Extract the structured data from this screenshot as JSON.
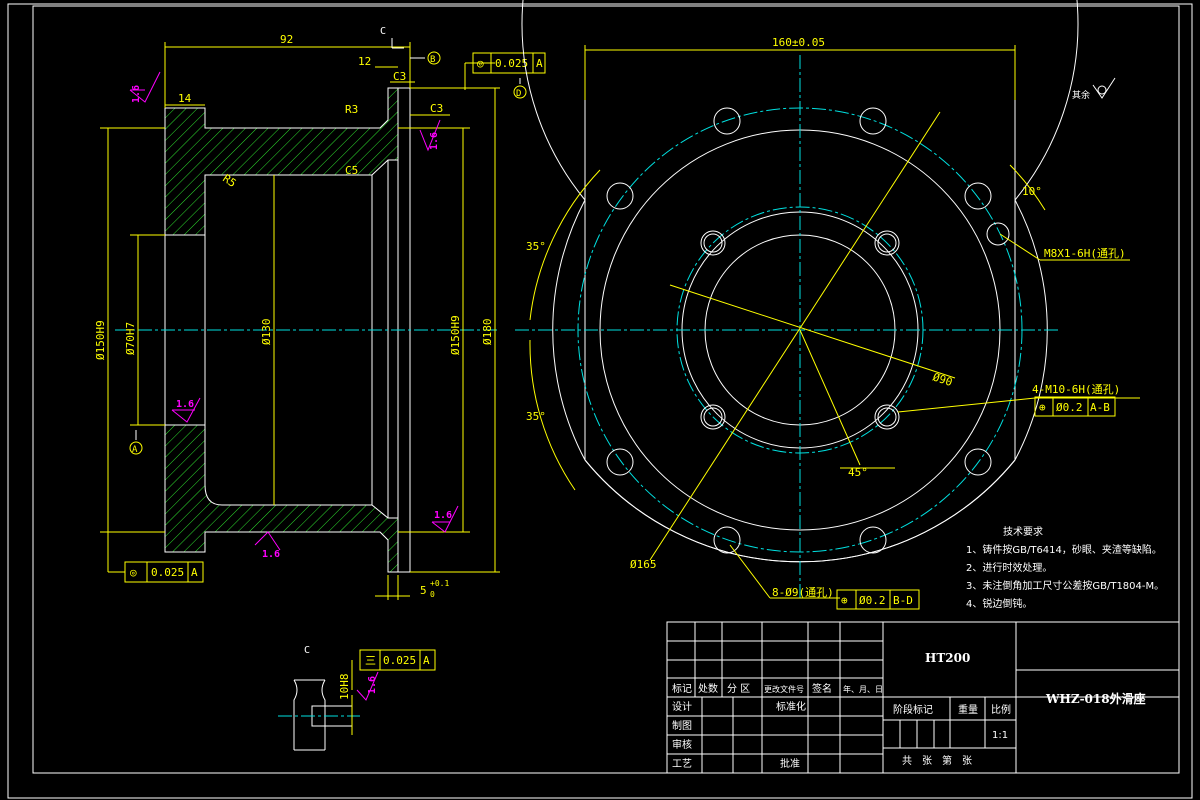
{
  "section_view": {
    "dims": {
      "d92": "92",
      "d12": "12",
      "d14": "14",
      "c3a": "C3",
      "c3b": "C3",
      "c5": "C5",
      "r3": "R3",
      "r5": "R5",
      "phi150_left": "Ø150H9",
      "phi70": "Ø70H7",
      "phi130": "Ø130",
      "phi150_right": "Ø150H9",
      "phi180": "Ø180",
      "d5": "5",
      "d5_tol": "+0.1",
      "d5_tol2": "0",
      "section_mark": "C"
    },
    "roughness": {
      "r_top": "1.6",
      "r_right": "1.6",
      "r_mid": "1.6",
      "r_bottom": "1.6",
      "r_bottom_right": "1.6"
    },
    "datums": {
      "b": "B",
      "d": "D",
      "a": "A"
    },
    "tolerances": {
      "top": {
        "symbol": "◎",
        "value": "0.025",
        "datum": "A"
      },
      "bottom": {
        "symbol": "◎",
        "value": "0.025",
        "datum": "A"
      }
    }
  },
  "end_view": {
    "dims": {
      "d160": "160±0.05",
      "angle10": "10°",
      "angle35a": "35°",
      "angle35b": "35°",
      "phi90": "Ø90",
      "angle45": "45°",
      "phi165": "Ø165"
    },
    "callouts": {
      "m8": "M8X1-6H(通孔)",
      "m10": "4-M10-6H(通孔)",
      "holes9": "8-Ø9(通孔)"
    },
    "fcf_m10": {
      "symbol": "⊕",
      "value": "Ø0.2",
      "datum": "A-B"
    },
    "fcf_holes": {
      "symbol": "⊕",
      "value": "Ø0.2",
      "datum": "B-D"
    },
    "roughness_note": "其余"
  },
  "detail_c": {
    "label": "C",
    "dim": "10H8",
    "roughness": "1.6",
    "tolerance": {
      "symbol": "三",
      "value": "0.025",
      "datum": "A"
    }
  },
  "tech_requirements": {
    "title": "技术要求",
    "items": [
      "1、铸件按GB/T6414，砂眼、夹渣等缺陷。",
      "2、进行时效处理。",
      "3、未注倒角加工尺寸公差按GB/T1804-M。",
      "4、锐边倒钝。"
    ]
  },
  "title_block": {
    "material": "HT200",
    "part_name": "WHZ-018外滑座",
    "row_headers": [
      "标记",
      "处数",
      "分 区",
      "更改文件号",
      "签名",
      "年、月、日"
    ],
    "design": "设计",
    "standardize": "标准化",
    "drawing": "制图",
    "check": "审核",
    "process": "工艺",
    "approve": "批准",
    "stage_mark": "阶段标记",
    "weight": "重量",
    "scale_label": "比例",
    "scale_value": "1:1",
    "sheets": "共　张　第　张"
  }
}
